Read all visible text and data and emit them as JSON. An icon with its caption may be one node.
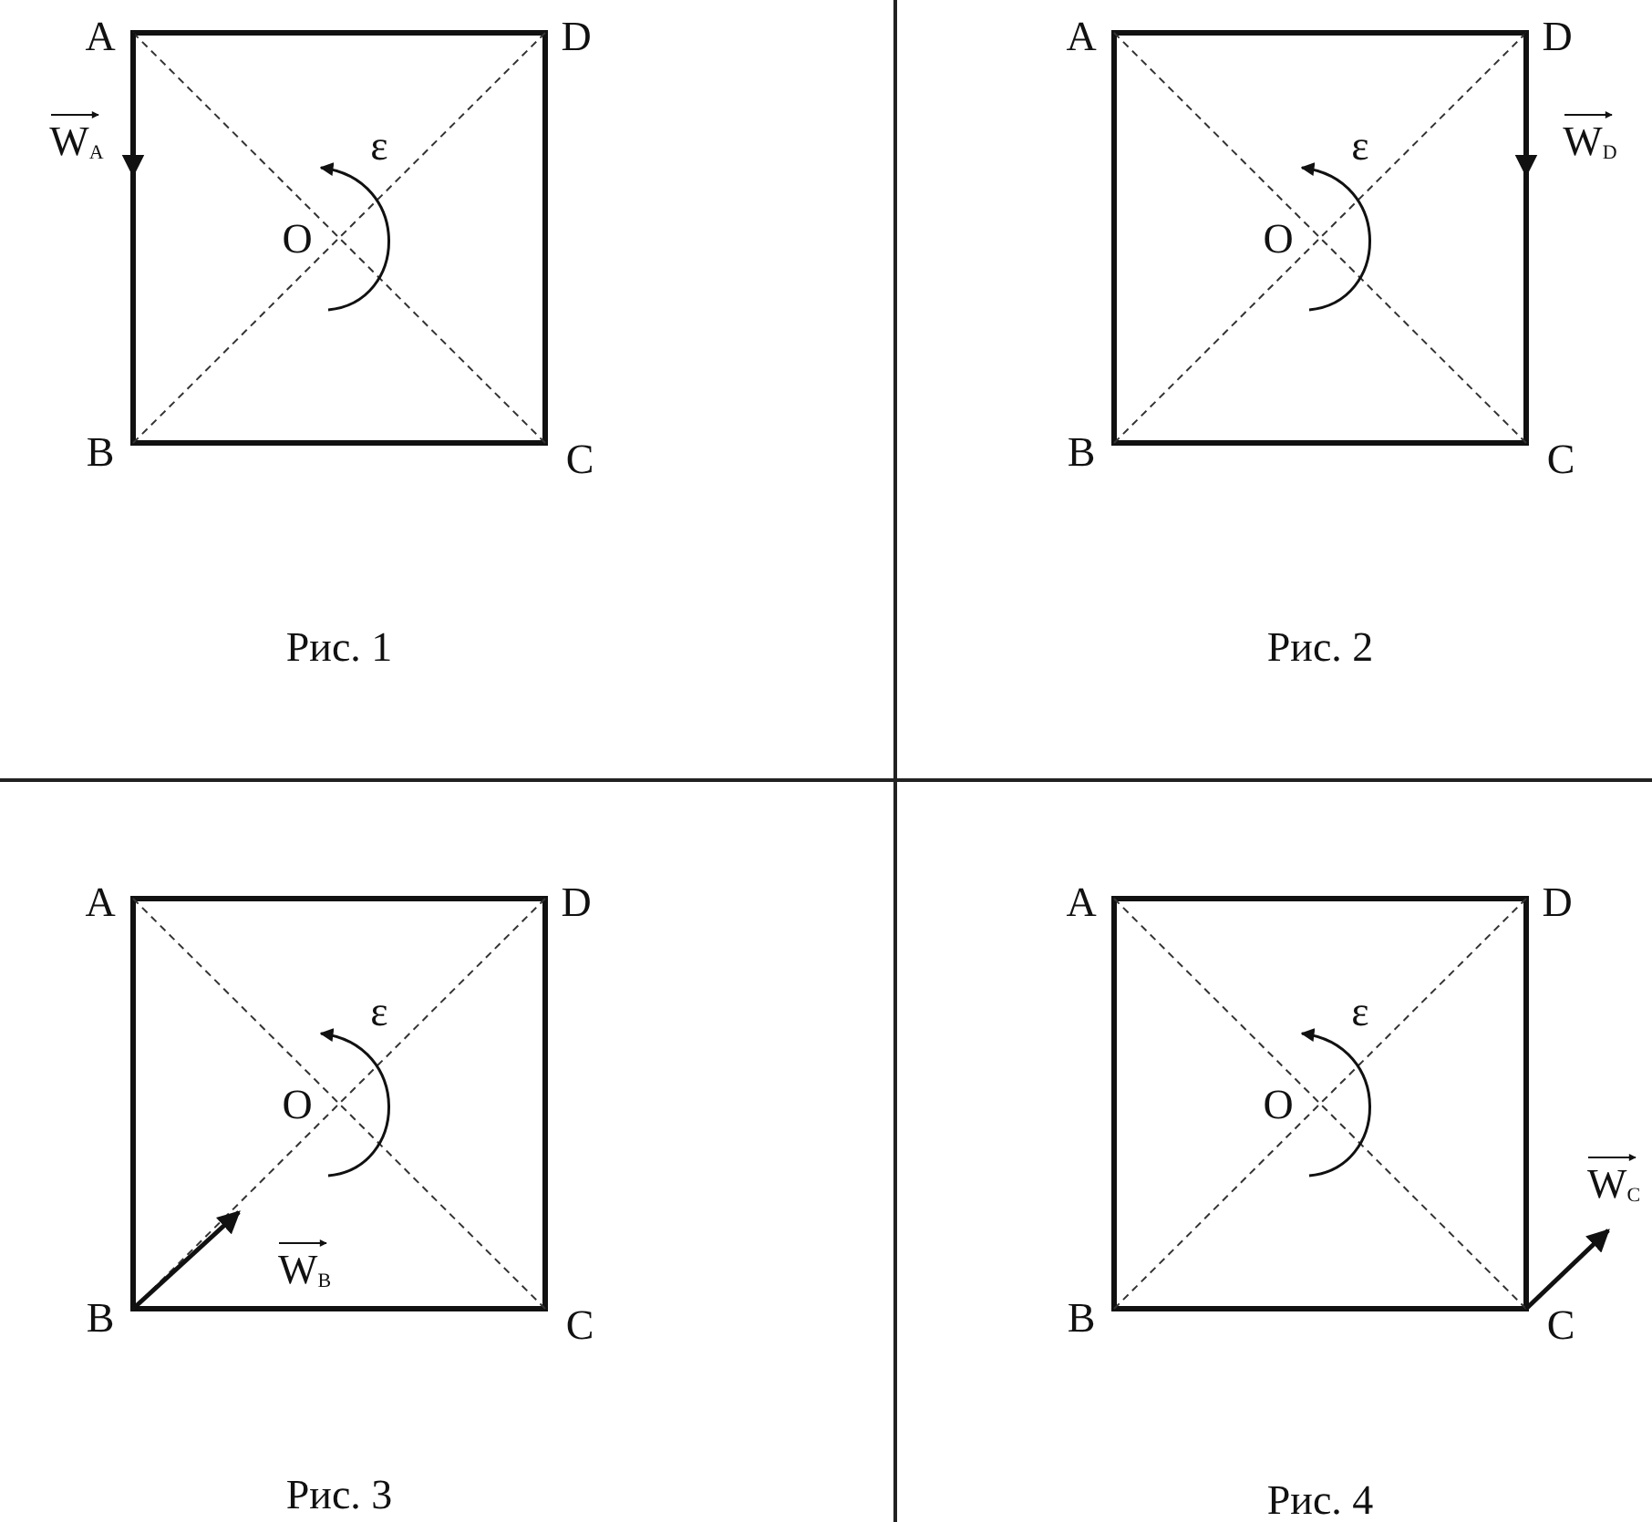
{
  "diagram": {
    "labels": [
      "A",
      "D",
      "W$_{A}$",
      "ε",
      "O",
      "B",
      "C",
      "Рис. 1",
      "A",
      "D",
      "W$_{D}$",
      "ε",
      "O",
      "B",
      "C",
      "Рис. 2",
      "A",
      "D",
      "ε",
      "O",
      "W$_{B}$",
      "B",
      "C",
      "Рис. 3",
      "A",
      "D",
      "ε",
      "O",
      "W$_{C}$",
      "B",
      "C",
      "Рис. 4"
    ]
  }
}
